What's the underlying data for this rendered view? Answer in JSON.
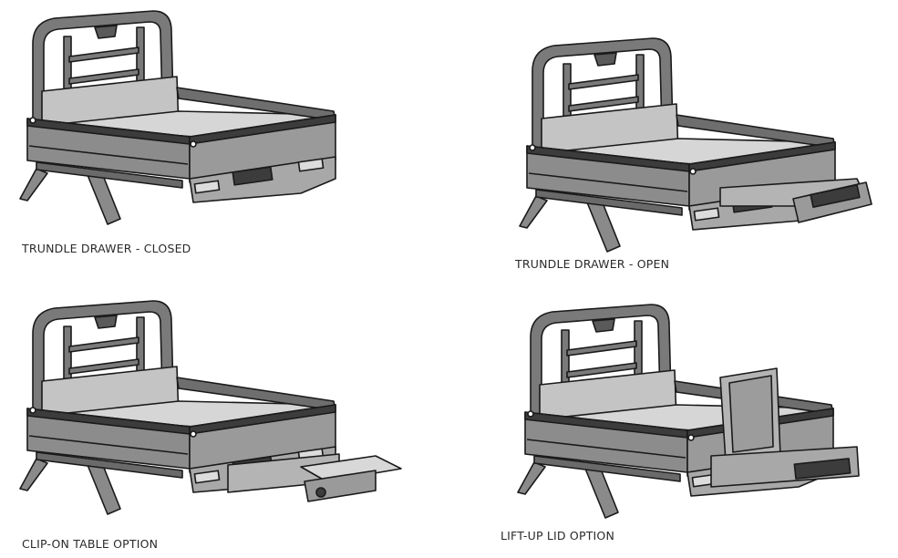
{
  "captions": {
    "top_left": "TRUNDLE DRAWER - CLOSED",
    "top_right": "TRUNDLE DRAWER - OPEN",
    "bottom_left": "CLIP-ON TABLE OPTION",
    "bottom_right": "LIFT-UP LID OPTION"
  },
  "colors": {
    "frame": "#7a7a7a",
    "floor": "#cfcfcf",
    "side_panel": "#8c8c8c",
    "dark": "#3c3c3c",
    "outline": "#1a1a1a"
  }
}
